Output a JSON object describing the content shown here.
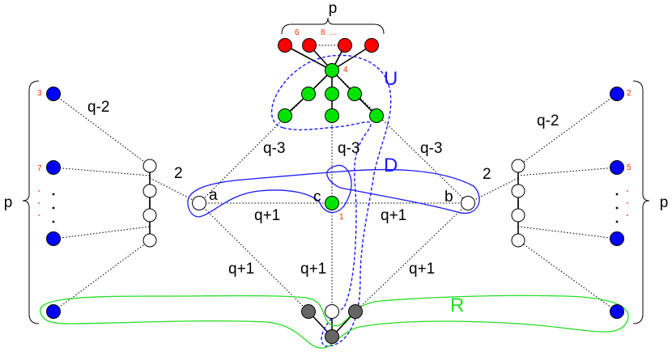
{
  "labels": {
    "p_top": "p",
    "p_left": "p",
    "p_right": "p",
    "U": "U",
    "D": "D",
    "R": "R",
    "a": "a",
    "b": "b",
    "c": "c",
    "q_minus_2_left": "q-2",
    "q_minus_2_right": "q-2",
    "q_minus_3_left": "q-3",
    "q_minus_3_mid": "q-3",
    "q_minus_3_right": "q-3",
    "two_left": "2",
    "two_right": "2",
    "q_plus_1_ac": "q+1",
    "q_plus_1_cb": "q+1",
    "q_plus_1_left": "q+1",
    "q_plus_1_mid": "q+1",
    "q_plus_1_right": "q+1"
  },
  "small_labels": {
    "n6": "6",
    "n8": "8",
    "ellipsis_top": "...",
    "n4": "4",
    "n3": "3",
    "n7": "7",
    "n2": "2",
    "n5": "5",
    "n1": "1"
  },
  "colors": {
    "red": "#ff0000",
    "green": "#00e400",
    "blue": "#0000ff",
    "white": "#ffffff",
    "gray": "#666666",
    "outline_blue": "#1a1aff",
    "outline_green": "#22dd22",
    "number_red": "#ff2a00"
  }
}
